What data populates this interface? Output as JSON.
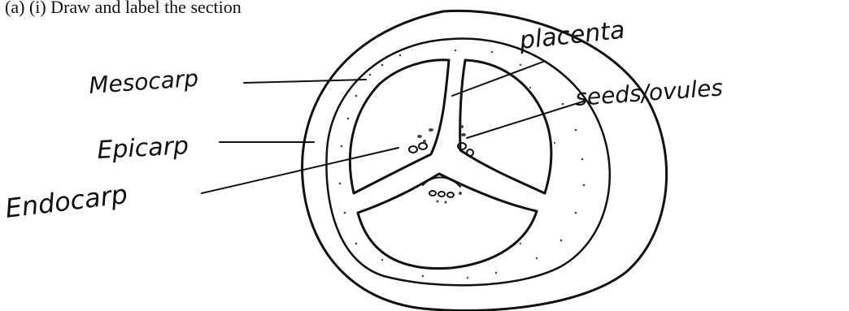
{
  "question": {
    "text": "(a)  (i) Draw and label the section"
  },
  "labels": {
    "placenta": "placenta",
    "seeds": "seeds/ovules",
    "mesocarp": "Mesocarp",
    "epicarp": "Epicarp",
    "endocarp": "Endocarp"
  },
  "colors": {
    "ink": "#111111",
    "paper": "#ffffff"
  }
}
